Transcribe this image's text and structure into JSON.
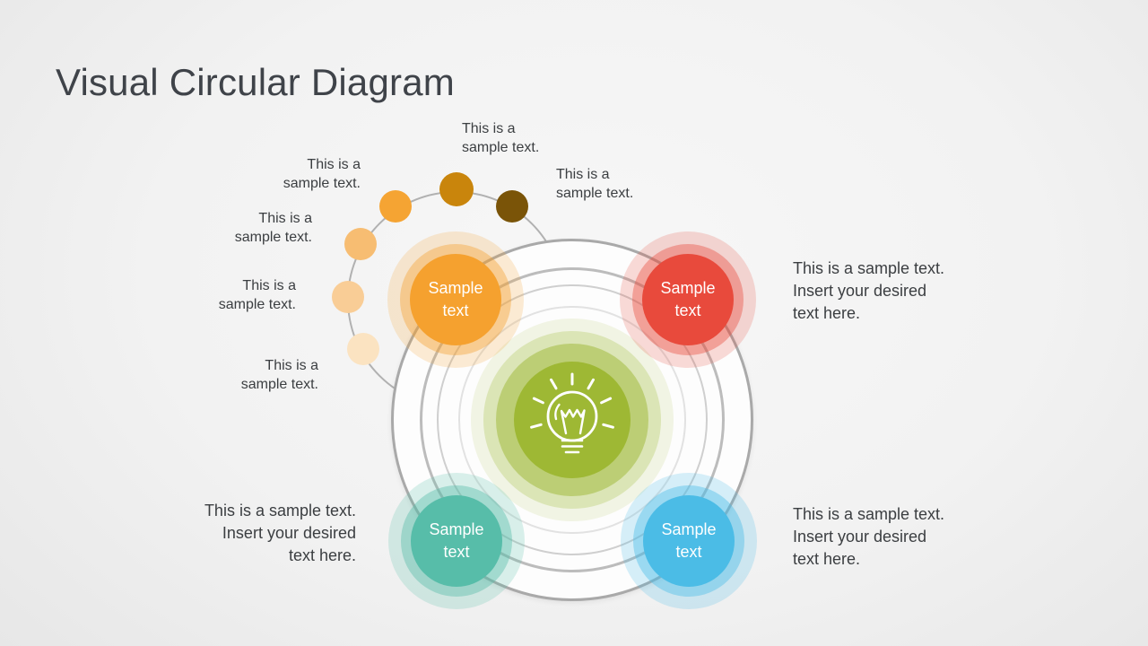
{
  "slide": {
    "title": "Visual Circular Diagram"
  },
  "center_node": {
    "icon": "lightbulb-icon",
    "color": "#9EB834"
  },
  "nodes": [
    {
      "position": "top-left",
      "label": "Sample text",
      "color": "#F5A12F"
    },
    {
      "position": "top-right",
      "label": "Sample text",
      "color": "#E84A3C"
    },
    {
      "position": "bottom-left",
      "label": "Sample text",
      "color": "#57BDA9"
    },
    {
      "position": "bottom-right",
      "label": "Sample text",
      "color": "#4BBCE6"
    }
  ],
  "arc_dots": [
    {
      "color": "#7A5408"
    },
    {
      "color": "#C9850C"
    },
    {
      "color": "#F5A433"
    },
    {
      "color": "#F7BD72"
    },
    {
      "color": "#F9CD96"
    },
    {
      "color": "#FBE3C1"
    }
  ],
  "arc_labels": [
    {
      "position": "top-center",
      "lines": [
        "This is a",
        "sample text."
      ]
    },
    {
      "position": "top-right",
      "lines": [
        "This is a",
        "sample text."
      ]
    },
    {
      "position": "upper-left",
      "lines": [
        "This is a",
        "sample text."
      ]
    },
    {
      "position": "left",
      "lines": [
        "This is a",
        "sample text."
      ]
    },
    {
      "position": "mid-left",
      "lines": [
        "This is a",
        "sample text."
      ]
    },
    {
      "position": "lower-left",
      "lines": [
        "This is a",
        "sample text."
      ]
    }
  ],
  "side_notes": [
    {
      "position": "right-top",
      "lines": [
        "This is a sample text.",
        "Insert your desired",
        "text here."
      ]
    },
    {
      "position": "right-bottom",
      "lines": [
        "This is a sample text.",
        "Insert your desired",
        "text here."
      ]
    },
    {
      "position": "left-bottom",
      "lines": [
        "This is a sample text.",
        "Insert your desired",
        "text here."
      ]
    }
  ]
}
